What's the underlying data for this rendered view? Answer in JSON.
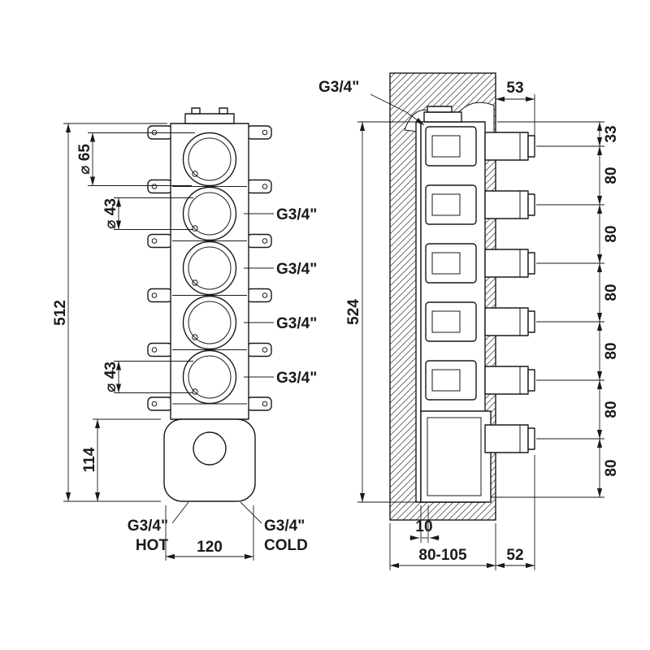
{
  "colors": {
    "ink": "#1a1a1a",
    "background": "#ffffff"
  },
  "front": {
    "dim512": "512",
    "dia65": "⌀ 65",
    "dia43_upper": "⌀ 43",
    "dia43_lower": "⌀ 43",
    "dim114": "114",
    "dim120": "120",
    "ports": [
      "G3/4\"",
      "G3/4\"",
      "G3/4\"",
      "G3/4\""
    ],
    "hot": {
      "size": "G3/4\"",
      "word": "HOT"
    },
    "cold": {
      "size": "G3/4\"",
      "word": "COLD"
    }
  },
  "side": {
    "port_size": "G3/4\"",
    "dim53": "53",
    "dim33": "33",
    "dims80": [
      "80",
      "80",
      "80",
      "80",
      "80",
      "80"
    ],
    "dim524": "524",
    "dim10": "10",
    "depth_range": "80-105",
    "dim52": "52"
  }
}
